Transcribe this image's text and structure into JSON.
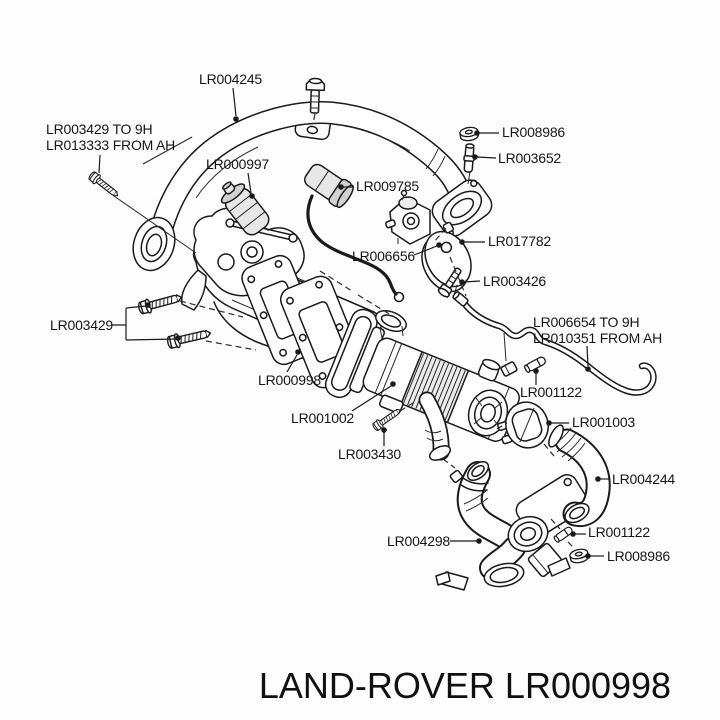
{
  "diagram": {
    "type": "exploded-parts-diagram",
    "background": "#fdfdfd",
    "line_color": "#1a1a1a",
    "labels": [
      "LR004245",
      "LR003429 TO 9H",
      "LR013333 FROM AH",
      "LR008986",
      "LR003652",
      "LR000997",
      "LR009785",
      "LR017782",
      "LR006656",
      "LR003426",
      "LR006654 TO 9H",
      "LR010351 FROM AH",
      "LR003429",
      "LR000998",
      "LR001122",
      "LR001002",
      "LR001003",
      "LR003430",
      "LR004244",
      "LR004298",
      "LR001122",
      "LR008986"
    ]
  },
  "caption": {
    "text": "LAND-ROVER LR000998"
  }
}
